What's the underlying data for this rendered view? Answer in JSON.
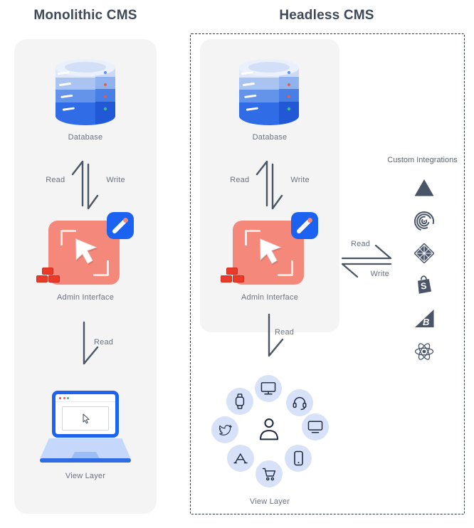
{
  "left": {
    "title": "Monolithic CMS",
    "database_label": "Database",
    "read_label": "Read",
    "write_label": "Write",
    "admin_label": "Admin Interface",
    "read_down_label": "Read",
    "view_label": "View Layer"
  },
  "right": {
    "title": "Headless CMS",
    "database_label": "Database",
    "read_label": "Read",
    "write_label": "Write",
    "admin_label": "Admin Interface",
    "read_down_label": "Read",
    "api_read_label": "Read",
    "api_write_label": "Write",
    "integrations_title": "Custom Integrations",
    "view_label": "View Layer",
    "integration_icons": [
      "vercel-triangle-icon",
      "spiral-icon",
      "netlify-diamond-icon",
      "shopify-bag-icon",
      "bigcommerce-b-icon",
      "react-atom-icon"
    ],
    "view_device_icons": [
      "desktop-monitor-icon",
      "smartwatch-icon",
      "headset-icon",
      "twitter-bird-icon",
      "tv-icon",
      "app-store-icon",
      "smartphone-icon",
      "shopping-cart-icon",
      "person-icon"
    ]
  },
  "colors": {
    "accent_blue": "#1d63ed",
    "admin_salmon": "#f4897b",
    "brick_red": "#e93a2a",
    "arrow_slate": "#4b5563",
    "panel_bg": "#f4f4f5",
    "device_circle_blue": "#d7e2f8",
    "device_icon_navy": "#1e2a3e",
    "integration_slate": "#4a5568",
    "db_bands": [
      "#dfe9fb",
      "#a9c4f1",
      "#6493ea",
      "#2f6ce5"
    ],
    "db_dots": [
      "#5b8ff2",
      "#e25c50",
      "#e25c50",
      "#3fbf7f"
    ],
    "label_gray": "#6b7280",
    "title_slate": "#3e4859"
  }
}
